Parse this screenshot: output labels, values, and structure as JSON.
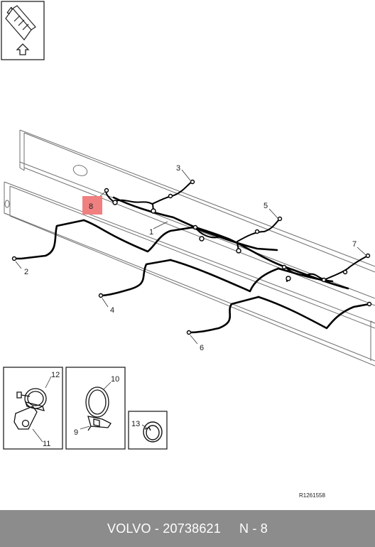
{
  "callouts": {
    "c1": "1",
    "c2": "2",
    "c3": "3",
    "c4": "4",
    "c5": "5",
    "c6": "6",
    "c7": "7",
    "c8": "8",
    "c9": "9",
    "c10": "10",
    "c11": "11",
    "c12": "12",
    "c13": "13"
  },
  "highlight_color": "#f08080",
  "reference_code": "R1261558",
  "footer": {
    "brand": "VOLVO",
    "separator": " - ",
    "part_number": "20738621",
    "position": "N - 8"
  },
  "icons": [
    "orientation-arrow-icon",
    "frame-rail-orientation-icon"
  ]
}
